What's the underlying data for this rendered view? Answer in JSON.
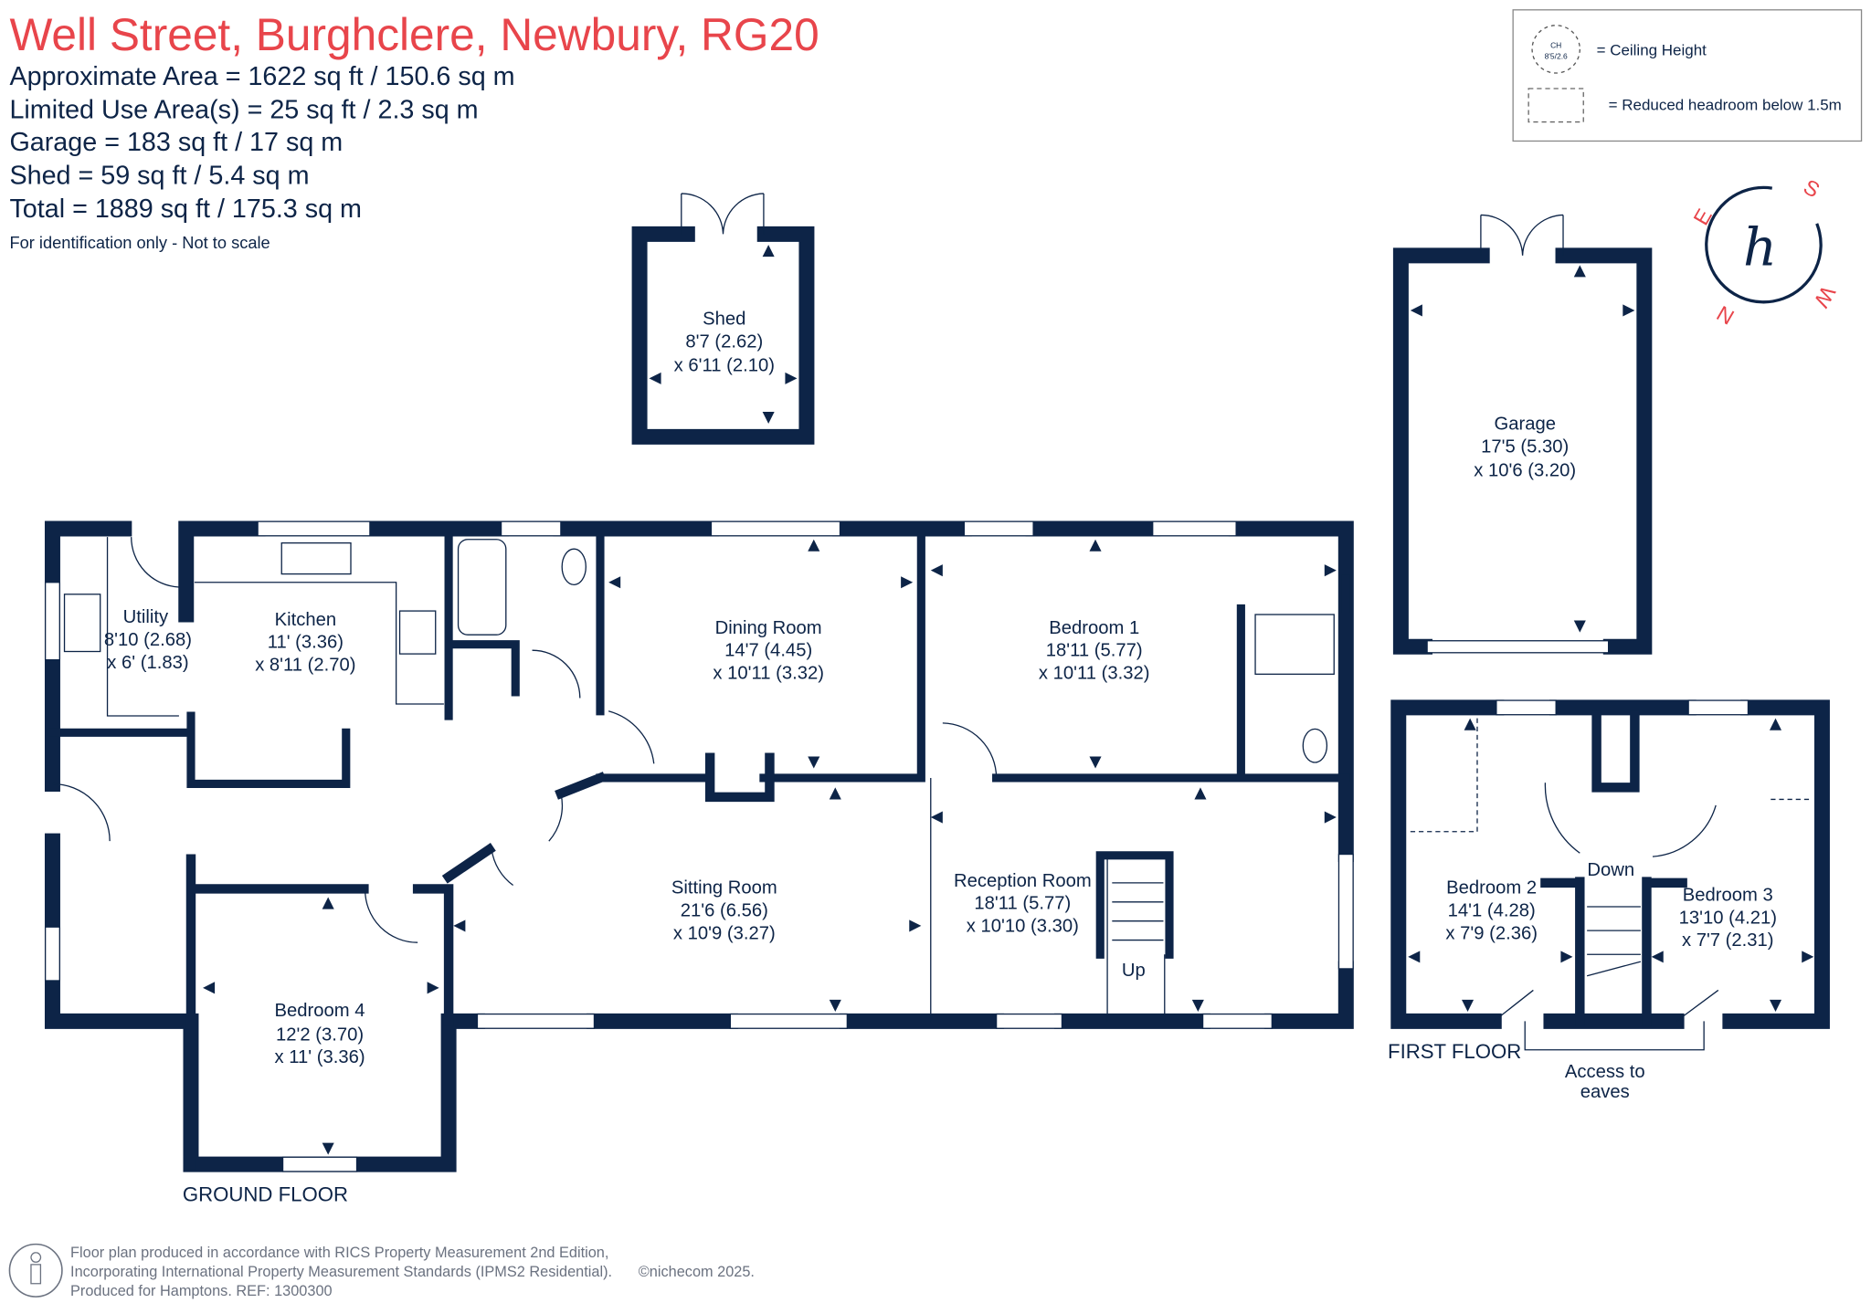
{
  "header": {
    "title": "Well Street, Burghclere, Newbury, RG20",
    "areas": [
      "Approximate Area = 1622 sq ft / 150.6 sq m",
      "Limited Use Area(s) = 25 sq ft / 2.3 sq m",
      "Garage = 183 sq ft / 17 sq m",
      "Shed = 59 sq ft / 5.4 sq m",
      "Total = 1889 sq ft / 175.3 sq m"
    ],
    "disclaimer": "For identification only - Not to scale"
  },
  "legend": {
    "ch_label": "CH",
    "ch_value": "8'5/2.6",
    "ceiling": "= Ceiling Height",
    "reduced": "= Reduced headroom below 1.5m"
  },
  "compass": {
    "s": "S",
    "e": "E",
    "w": "W",
    "n": "N",
    "logo": "h"
  },
  "rooms": {
    "shed": {
      "name": "Shed",
      "d1": "8'7 (2.62)",
      "d2": "x 6'11 (2.10)"
    },
    "garage": {
      "name": "Garage",
      "d1": "17'5 (5.30)",
      "d2": "x 10'6 (3.20)"
    },
    "utility": {
      "name": "Utility",
      "d1": "8'10 (2.68)",
      "d2": "x 6' (1.83)"
    },
    "kitchen": {
      "name": "Kitchen",
      "d1": "11' (3.36)",
      "d2": "x 8'11 (2.70)"
    },
    "dining": {
      "name": "Dining Room",
      "d1": "14'7 (4.45)",
      "d2": "x 10'11 (3.32)"
    },
    "bedroom1": {
      "name": "Bedroom 1",
      "d1": "18'11 (5.77)",
      "d2": "x 10'11 (3.32)"
    },
    "sitting": {
      "name": "Sitting Room",
      "d1": "21'6 (6.56)",
      "d2": "x 10'9 (3.27)"
    },
    "reception": {
      "name": "Reception Room",
      "d1": "18'11 (5.77)",
      "d2": "x 10'10 (3.30)"
    },
    "bedroom4": {
      "name": "Bedroom 4",
      "d1": "12'2 (3.70)",
      "d2": "x 11' (3.36)"
    },
    "bedroom2": {
      "name": "Bedroom 2",
      "d1": "14'1 (4.28)",
      "d2": "x 7'9 (2.36)"
    },
    "bedroom3": {
      "name": "Bedroom 3",
      "d1": "13'10 (4.21)",
      "d2": "x 7'7 (2.31)"
    }
  },
  "labels": {
    "up": "Up",
    "down": "Down",
    "ground_floor": "GROUND FLOOR",
    "first_floor": "FIRST FLOOR",
    "access1": "Access to",
    "access2": "eaves"
  },
  "footer": {
    "line1": "Floor plan produced in accordance with RICS Property Measurement 2nd Edition,",
    "line2": "Incorporating International Property Measurement Standards (IPMS2 Residential).",
    "copyright": "©nichecom 2025.",
    "line3": "Produced for Hamptons.  REF: 1300300"
  },
  "colors": {
    "brand": "#e8454b",
    "wall": "#0d2447"
  }
}
